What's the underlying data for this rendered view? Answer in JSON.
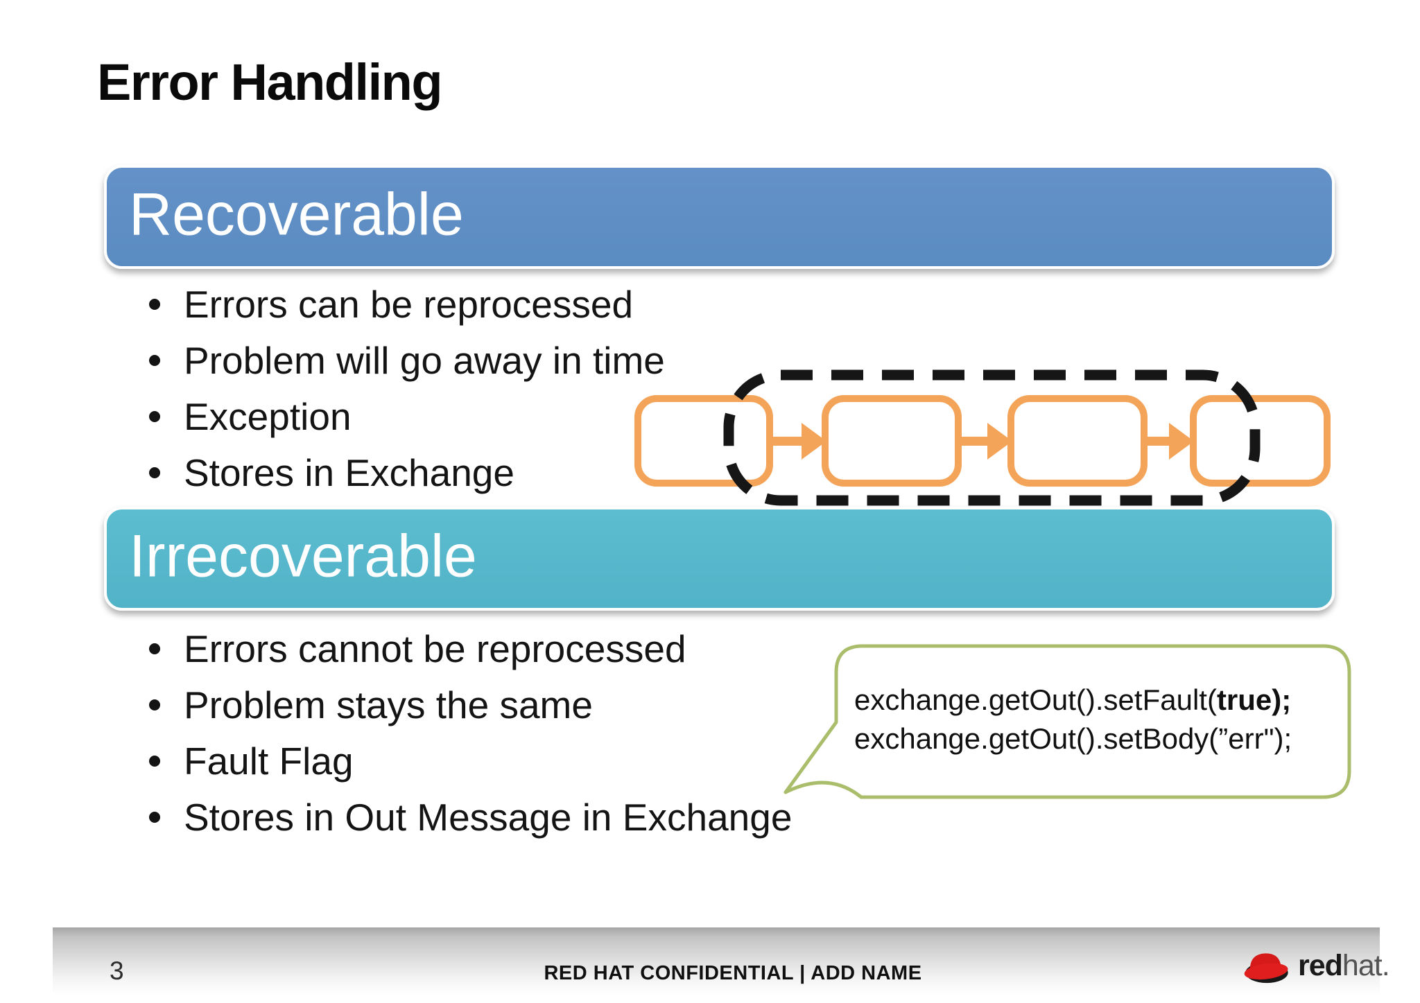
{
  "slide": {
    "title": "Error Handling",
    "sections": [
      {
        "heading": "Recoverable",
        "bullets": [
          "Errors can be reprocessed",
          "Problem will go away in time",
          "Exception",
          "Stores in Exchange"
        ]
      },
      {
        "heading": "Irrecoverable",
        "bullets": [
          "Errors cannot be reprocessed",
          "Problem stays the same",
          "Fault Flag",
          "Stores in Out Message in Exchange"
        ]
      }
    ],
    "diagram": {
      "box_count": 4
    },
    "callout": {
      "line1_prefix": "exchange.getOut().setFault(",
      "line1_bold": "true);",
      "line2": "exchange.getOut().setBody(”err\");"
    },
    "footer": {
      "page_number": "3",
      "confidential": "RED HAT CONFIDENTIAL | ADD NAME",
      "logo_text_bold": "red",
      "logo_text_light": "hat."
    },
    "colors": {
      "recoverable_bar": "#5d8fc5",
      "irrecoverable_bar": "#56b8cc",
      "diagram_orange": "#f4a459",
      "dashed_scope": "#161616",
      "callout_border": "#a9bd6b",
      "redhat_red": "#d61a1a"
    }
  }
}
